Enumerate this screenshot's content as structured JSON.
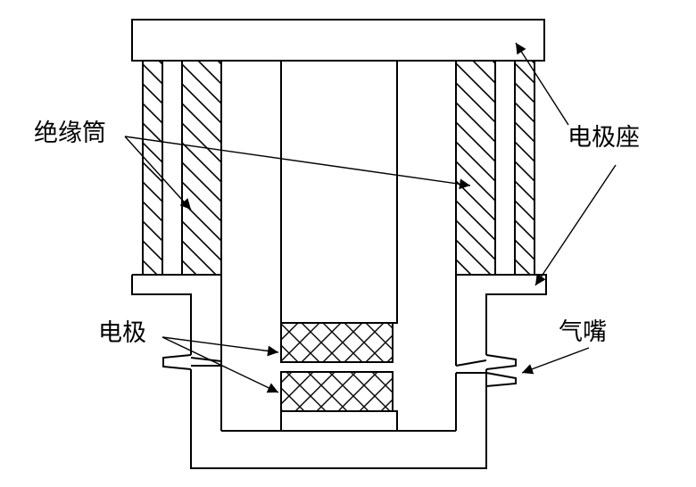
{
  "labels": {
    "insulating_tube": "绝缘筒",
    "electrode_seat": "电极座",
    "electrode": "电极",
    "gas_nozzle": "气嘴"
  },
  "colors": {
    "line": "#000000",
    "background": "#ffffff"
  }
}
